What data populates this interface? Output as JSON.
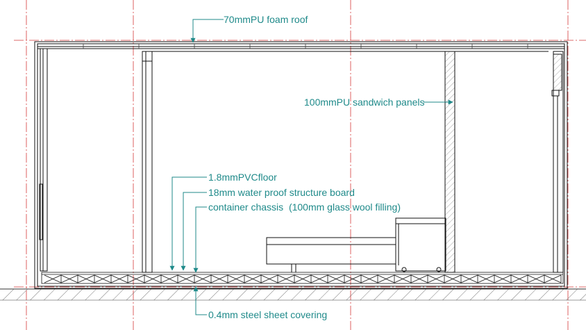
{
  "drawing": {
    "colors": {
      "line": "#111111",
      "annotation": "#1f8a8a",
      "grid": "#d43a3a",
      "hatch": "#555555"
    },
    "labels": {
      "roof": "70mmPU foam roof",
      "sandwich": "100mmPU sandwich panels",
      "pvc_floor": "1.8mmPVCfloor",
      "board": "18mm water proof structure board",
      "chassis": "container chassis  (100mm glass wool filling)",
      "steel_sheet": "0.4mm steel sheet covering"
    }
  }
}
